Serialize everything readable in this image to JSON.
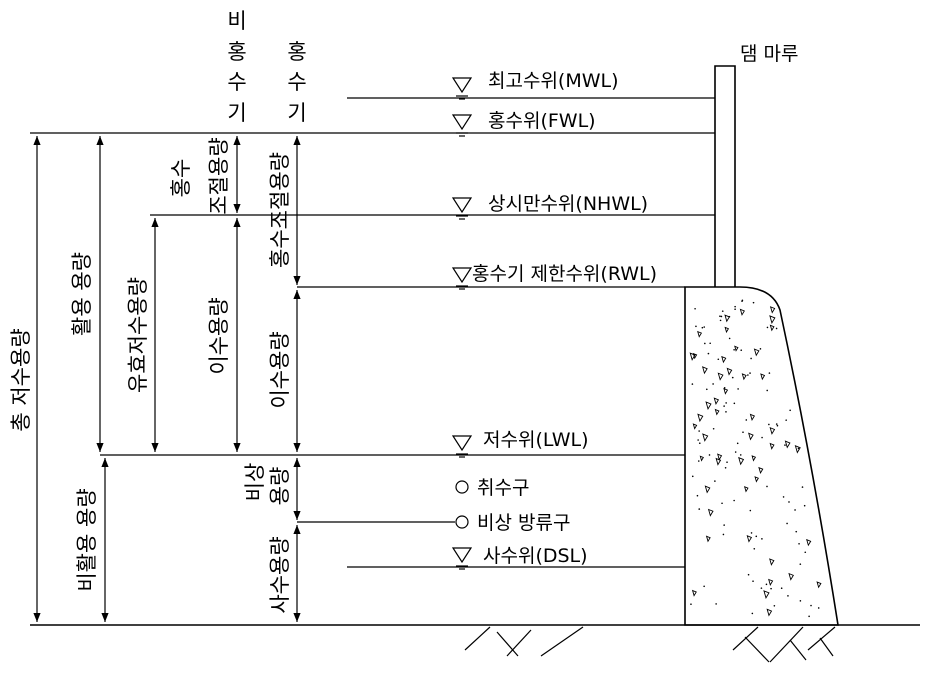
{
  "levels": {
    "mwl": "최고수위(MWL)",
    "fwl": "홍수위(FWL)",
    "nhwl": "상시만수위(NHWL)",
    "rwl": "홍수기 제한수위(RWL)",
    "lwl": "저수위(LWL)",
    "intake": "취수구",
    "emergency_outlet": "비상 방류구",
    "dsl": "사수위(DSL)"
  },
  "dam": {
    "crest": "댐 마루"
  },
  "seasons": {
    "non_flood": [
      "비",
      "홍",
      "수",
      "기"
    ],
    "flood": [
      "홍",
      "수",
      "기"
    ]
  },
  "volumes": {
    "total": "총 저수용량",
    "active": "활용 용량",
    "effective": "유효저수용량",
    "flood_control_upper": [
      "홍수",
      "조절용량"
    ],
    "water_use_left": "이수용량",
    "flood_control_right": "홍수조절용량",
    "water_use_right": "이수용량",
    "inactive": "비활용 용량",
    "emergency": [
      "비상",
      "용량"
    ],
    "dead": "사수용량"
  }
}
